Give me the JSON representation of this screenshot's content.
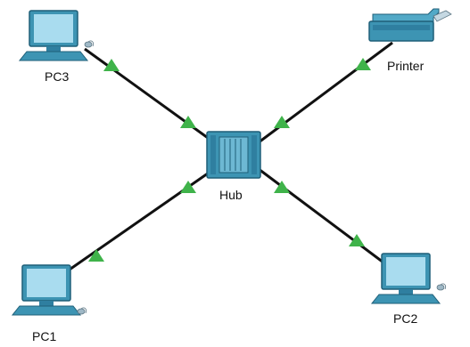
{
  "diagram": {
    "devices": [
      {
        "id": "pc3",
        "label": "PC3",
        "icon": "pc-icon"
      },
      {
        "id": "printer",
        "label": "Printer",
        "icon": "printer-icon"
      },
      {
        "id": "hub",
        "label": "Hub",
        "icon": "hub-icon"
      },
      {
        "id": "pc1",
        "label": "PC1",
        "icon": "pc-icon"
      },
      {
        "id": "pc2",
        "label": "PC2",
        "icon": "pc-icon"
      }
    ],
    "links": [
      {
        "from": "pc3",
        "to": "hub",
        "status": "up"
      },
      {
        "from": "printer",
        "to": "hub",
        "status": "up"
      },
      {
        "from": "pc1",
        "to": "hub",
        "status": "up"
      },
      {
        "from": "pc2",
        "to": "hub",
        "status": "up"
      }
    ],
    "colors": {
      "link": "#111111",
      "link_status_up": "#3fb34a",
      "device_body": "#3d94b3",
      "device_dark": "#1f5f78",
      "screen": "#a9dcef"
    }
  }
}
